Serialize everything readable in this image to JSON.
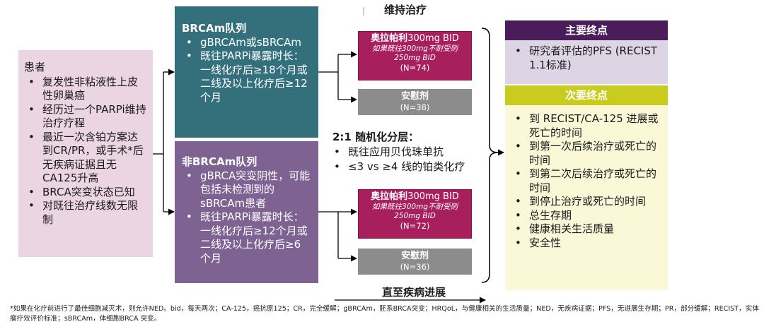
{
  "maintenance_title": "维持治疗",
  "patients": {
    "title": "患者",
    "items": [
      "复发性非粘液性上皮性卵巢癌",
      "经历过一个PARPi维持治疗疗程",
      "最近一次含铂方案达到CR/PR，或手术*后无疾病证据且无CA125升高",
      "BRCA突变状态已知",
      "对既往治疗线数无限制"
    ]
  },
  "brca_cohort": {
    "title": "BRCAm队列",
    "items": [
      "gBRCAm或sBRCAm",
      "既往PARPi暴露时长：一线化疗后≥18个月或二线及以上化疗后≥12个月"
    ]
  },
  "nonbrca_cohort": {
    "title": "非BRCAm队列",
    "items": [
      "gBRCA突变阴性，可能包括未检测到的sBRCAm患者",
      "既往PARPi暴露时长：一线化疗后≥12个月或二线及以上化疗后≥6个月"
    ]
  },
  "arms": {
    "brca_olaparib": {
      "drug": "奥拉帕利",
      "dose": "300mg BID",
      "note1": "如果既往300mg不耐受则",
      "note2": "250mg BID",
      "n": "(N=74)"
    },
    "brca_placebo": {
      "drug": "安慰剂",
      "n": "(N=38)"
    },
    "nonbrca_olaparib": {
      "drug": "奥拉帕利",
      "dose": "300mg BID",
      "note1": "如果既往300mg不耐受则",
      "note2": "250mg BID",
      "n": "(N=72)"
    },
    "nonbrca_placebo": {
      "drug": "安慰剂",
      "n": "(N=36)"
    }
  },
  "stratification": {
    "title": "2:1 随机化分层：",
    "items": [
      "既往应用贝伐珠单抗",
      "≤3 vs ≥4 线的铂类化疗"
    ]
  },
  "until": "直至疾病进展",
  "primary_endpoint": {
    "title": "主要终点",
    "items": [
      "研究者评估的PFS (RECIST 1.1标准)"
    ]
  },
  "secondary_endpoint": {
    "title": "次要终点",
    "items": [
      "到 RECIST/CA-125 进展或死亡的时间",
      "到第一次后续治疗或死亡的时间",
      "到第二次后续治疗或死亡的时间",
      "到停止治疗或死亡的时间",
      "总生存期",
      "健康相关生活质量",
      "安全性"
    ]
  },
  "footnote": "*如果在化疗前进行了最佳细胞减灭术，则允许NED。bid，每天两次；CA-125，癌抗原125；CR，完全缓解；gBRCAm，胚系BRCA突变；HRQoL，与健康相关的生活质量；NED，无疾病证据；PFS，无进展生存期；PR，部分缓解；RECIST，实体瘤疗效评价标准；sBRCAm，体细胞BRCA 突变。",
  "colors": {
    "patient_bg": "#ecd5e3",
    "brca_bg": "#33707c",
    "nonbrca_bg": "#7d6292",
    "olaparib_bg": "#a81f5d",
    "placebo_bg": "#8c8c8c",
    "primary_head": "#4a1d5a",
    "primary_body": "#ddd5e3",
    "secondary_head": "#c9cb1f",
    "secondary_body": "#fbf8d8"
  }
}
